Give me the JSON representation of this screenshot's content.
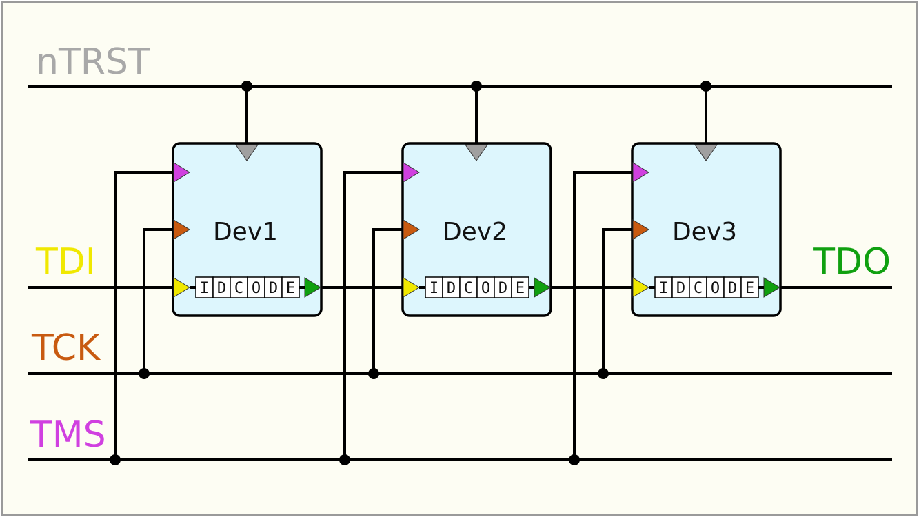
{
  "signals": {
    "ntrst": {
      "label": "nTRST",
      "color": "#a8a8a8"
    },
    "tdi": {
      "label": "TDI",
      "color": "#f0e800"
    },
    "tdo": {
      "label": "TDO",
      "color": "#10a010"
    },
    "tck": {
      "label": "TCK",
      "color": "#c85a10"
    },
    "tms": {
      "label": "TMS",
      "color": "#d040e0"
    }
  },
  "devices": [
    {
      "label": "Dev1"
    },
    {
      "label": "Dev2"
    },
    {
      "label": "Dev3"
    }
  ],
  "register": {
    "letters": [
      "I",
      "D",
      "C",
      "O",
      "D",
      "E"
    ]
  },
  "colors": {
    "background": "#fdfdf3",
    "device_fill": "#ddf6fd",
    "pin_gray": "#a0a0a0"
  }
}
